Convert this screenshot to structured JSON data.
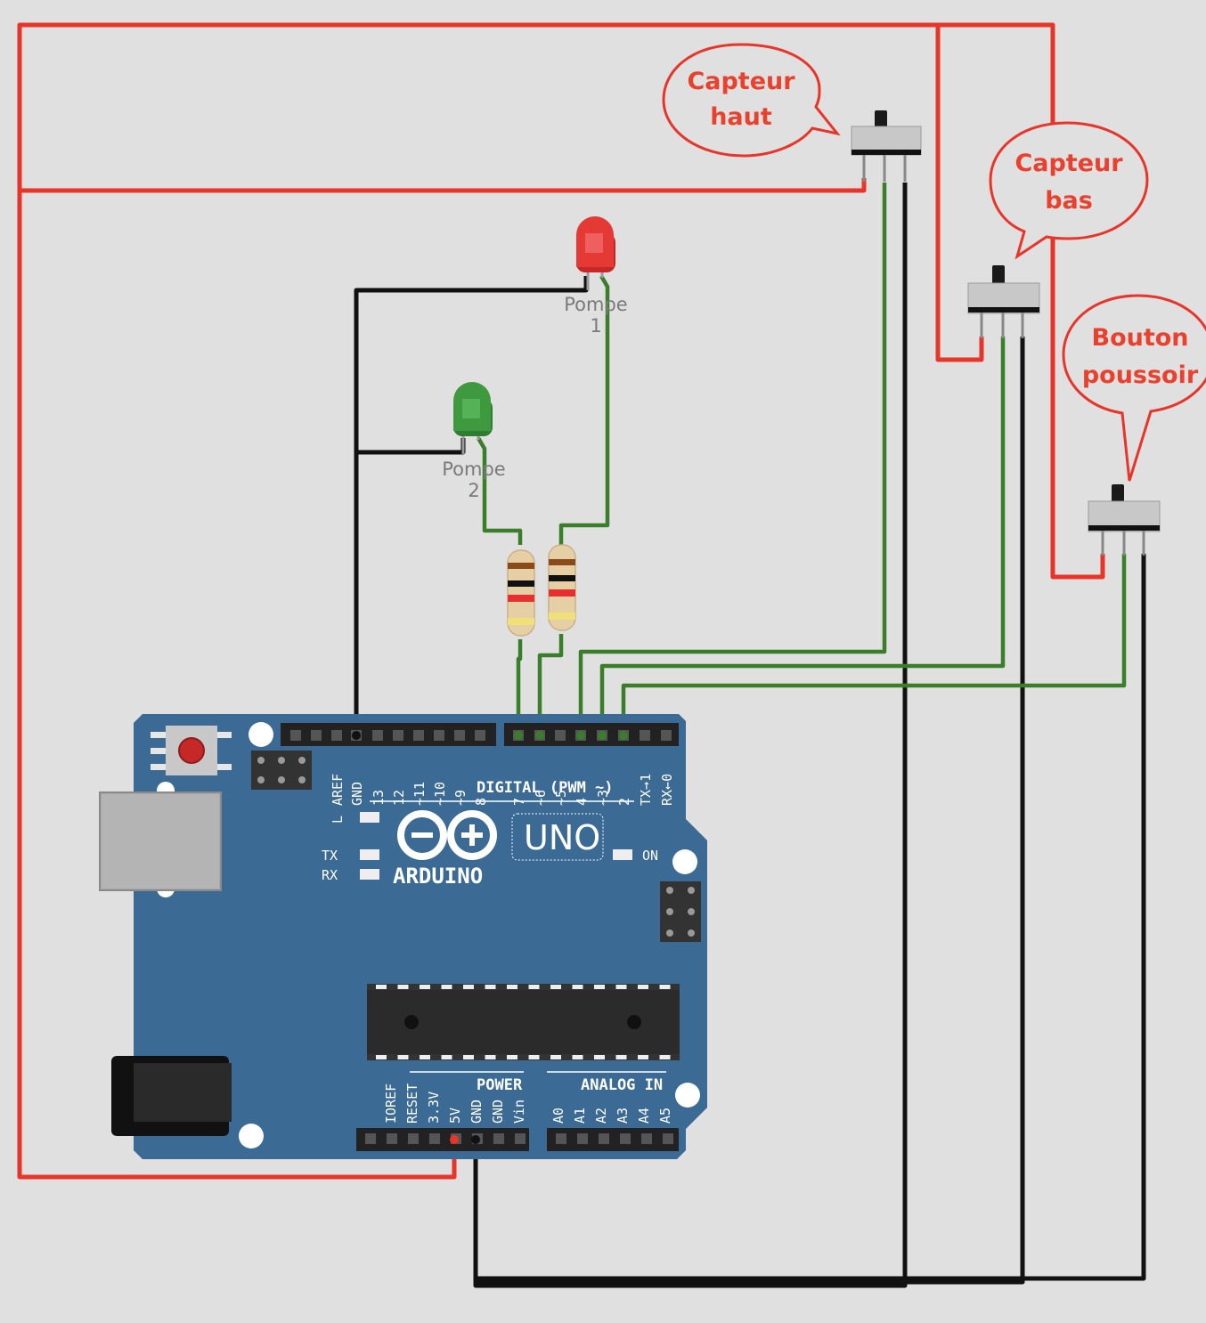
{
  "callouts": {
    "capteur_haut": [
      "Capteur",
      "haut"
    ],
    "capteur_bas": [
      "Capteur",
      "bas"
    ],
    "bouton": [
      "Bouton",
      "poussoir"
    ]
  },
  "leds": {
    "pompe1": {
      "label": [
        "Pompe",
        "1"
      ],
      "color": "#e53935"
    },
    "pompe2": {
      "label": [
        "Pompe",
        "2"
      ],
      "color": "#3f9a3f"
    }
  },
  "board": {
    "color": "#3b6a94",
    "brand": "ARDUINO",
    "model": "UNO",
    "digital_label": "DIGITAL (PWM ~)",
    "top_pins": [
      "AREF",
      "GND",
      "13",
      "12",
      "~11",
      "~10",
      "~9",
      "8",
      "7",
      "~6",
      "~5",
      "4",
      "~3",
      "2",
      "TX→1",
      "RX←0"
    ],
    "power_pins": [
      "IOREF",
      "RESET",
      "3.3V",
      "5V",
      "GND",
      "GND",
      "Vin"
    ],
    "analog_pins": [
      "A0",
      "A1",
      "A2",
      "A3",
      "A4",
      "A5"
    ],
    "power_label": "POWER",
    "analog_label": "ANALOG IN",
    "led_l": "L",
    "led_tx": "TX",
    "led_rx": "RX",
    "led_on": "ON"
  },
  "wire_colors": {
    "power": "#e8352a",
    "ground": "#111111",
    "signal": "#3a7d2a"
  }
}
